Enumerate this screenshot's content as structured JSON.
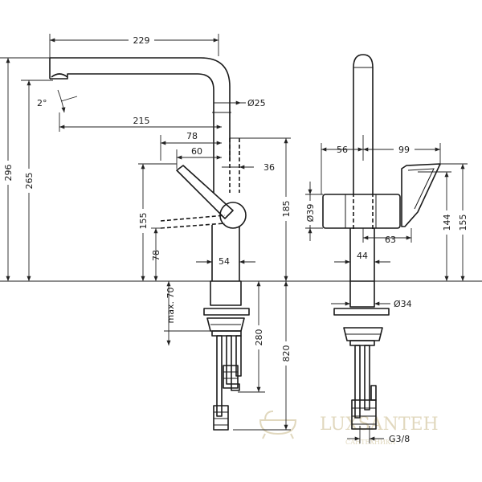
{
  "drawing": {
    "side_view": {
      "dims": {
        "spout_reach": "229",
        "spout_reach_from_axis": "215",
        "spout_diameter": "Ø25",
        "tilt_angle": "2°",
        "lever_offset": "78",
        "lever_hub_offset": "60",
        "body_right_offset": "36",
        "body_diameter": "54",
        "max_height": "296",
        "outlet_height": "265",
        "lever_height": "185",
        "lever_swing_height": "155",
        "lever_pivot_height": "78",
        "max_counter_thickness": "max. 70",
        "shank_length": "280",
        "hose_length": "820"
      }
    },
    "front_view": {
      "dims": {
        "handle_left_width": "56",
        "handle_right_width": "99",
        "valve_diameter": "Ø39",
        "valve_depth": "63",
        "base_width": "44",
        "mount_diameter": "Ø34",
        "connection_thread": "G3/8",
        "lever_height": "144",
        "total_side_height": "155"
      }
    },
    "watermark": {
      "name": "LUXSANTEH",
      "tagline": "САНТЕХНИКА"
    }
  }
}
